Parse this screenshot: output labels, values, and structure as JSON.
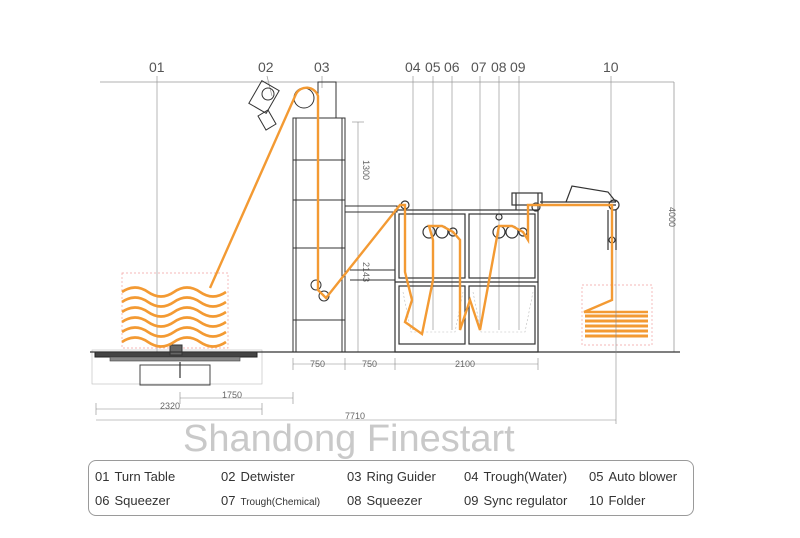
{
  "callouts": [
    "01",
    "02",
    "03",
    "04",
    "05",
    "06",
    "07",
    "08",
    "09",
    "10"
  ],
  "dimensions": {
    "d1300": "1300",
    "d2143": "2143",
    "d4000": "4000",
    "d750a": "750",
    "d750b": "750",
    "d2100": "2100",
    "d1750": "1750",
    "d2320": "2320",
    "d7710": "7710"
  },
  "brand": "Shandong Finestart",
  "legend": [
    {
      "num": "01",
      "label": "Turn Table"
    },
    {
      "num": "02",
      "label": "Detwister"
    },
    {
      "num": "03",
      "label": "Ring Guider"
    },
    {
      "num": "04",
      "label": "Trough(Water)"
    },
    {
      "num": "05",
      "label": "Auto blower"
    },
    {
      "num": "06",
      "label": "Squeezer"
    },
    {
      "num": "07",
      "label": "Trough(Chemical)"
    },
    {
      "num": "08",
      "label": "Squeezer"
    },
    {
      "num": "09",
      "label": "Sync regulator"
    },
    {
      "num": "10",
      "label": "Folder"
    }
  ],
  "colors": {
    "fabric": "#f39a33",
    "frame": "#333333",
    "dimension": "#888888"
  }
}
